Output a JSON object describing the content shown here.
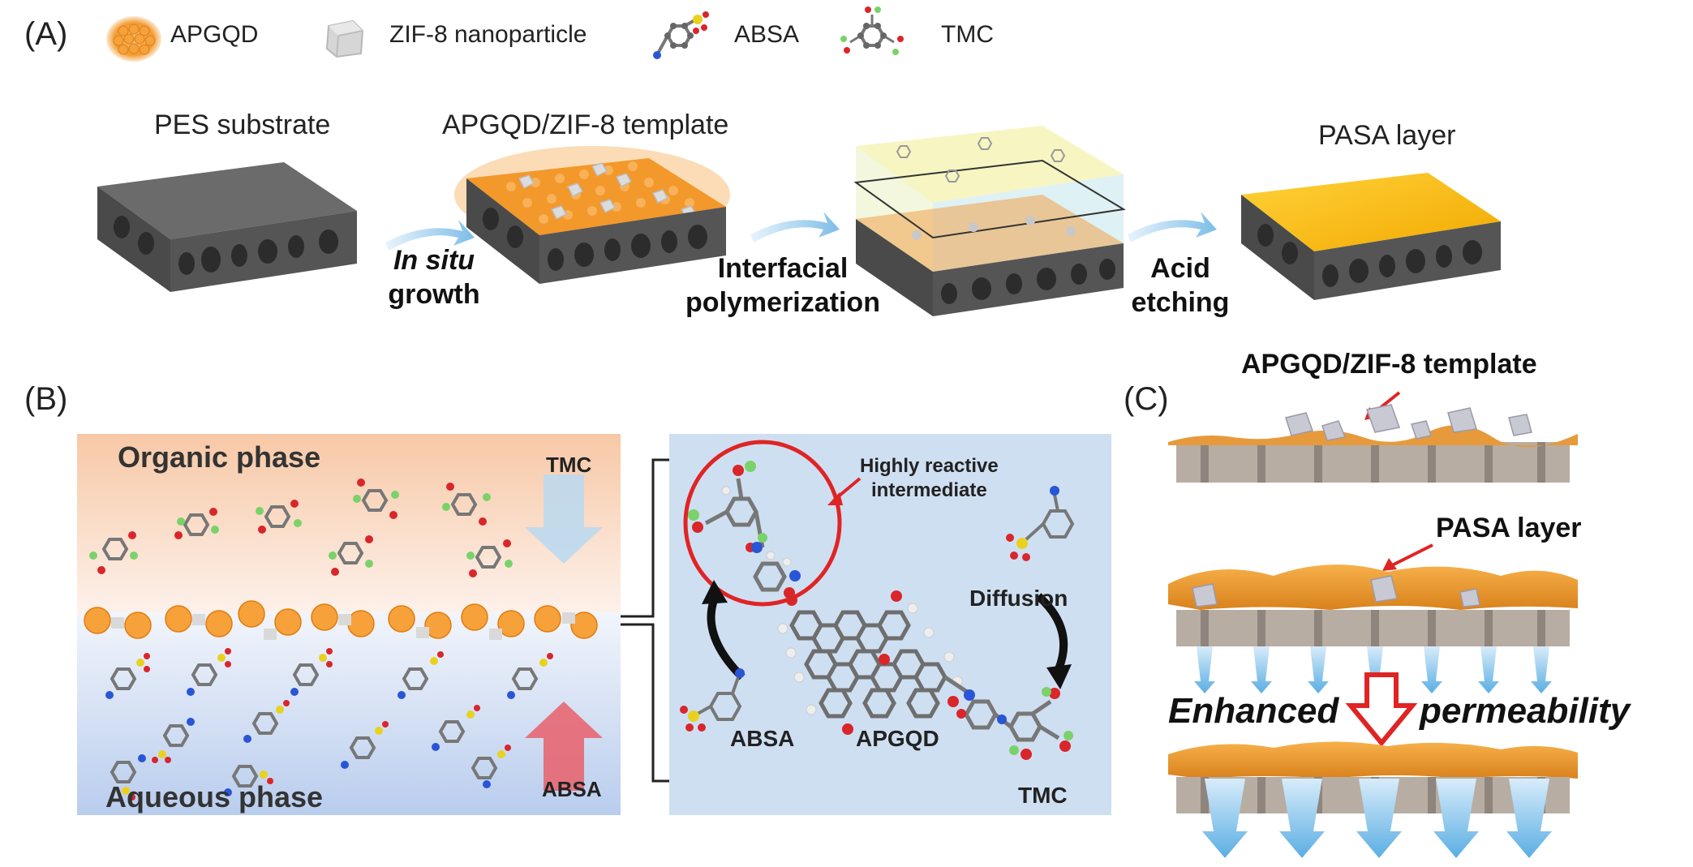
{
  "panels": {
    "a": "(A)",
    "b": "(B)",
    "c": "(C)"
  },
  "legend": {
    "apgqd": "APGQD",
    "zif8": "ZIF-8 nanoparticle",
    "absa": "ABSA",
    "tmc": "TMC"
  },
  "panel_a": {
    "stages": [
      "PES substrate",
      "APGQD/ZIF-8 template",
      "PASA layer"
    ],
    "step1_line1": "In situ",
    "step1_line2": "growth",
    "step2_line1": "Interfacial",
    "step2_line2": "polymerization",
    "step3_line1": "Acid",
    "step3_line2": "etching"
  },
  "panel_b": {
    "organic_phase": "Organic phase",
    "aqueous_phase": "Aqueous phase",
    "tmc_arrow": "TMC",
    "absa_arrow": "ABSA",
    "intermediate_line1": "Highly reactive",
    "intermediate_line2": "intermediate",
    "diffusion": "Diffusion",
    "absa_label": "ABSA",
    "apgqd_label": "APGQD",
    "tmc_label": "TMC"
  },
  "panel_c": {
    "template": "APGQD/ZIF-8 template",
    "pasa": "PASA layer",
    "enhanced": "Enhanced",
    "permeability": "permeability"
  },
  "colors": {
    "orange": "#f39a2e",
    "yellow": "#f7b500",
    "arrow_blue": "#8fc8ec",
    "arrow_red": "#e05a5a",
    "organic_bg": "#fbe0cc",
    "aqueous_bg": "#d4e2f5",
    "right_bg": "#cfdff2",
    "membrane_gray": "#5a5a5a",
    "oxygen_red": "#d9262a",
    "fluorine_green": "#7ad26a",
    "nitrogen_blue": "#2a55d6",
    "sulfur_yellow": "#e8d21f"
  },
  "icons": [
    "apgqd-icon",
    "zif8-icon",
    "absa-molecule-icon",
    "tmc-molecule-icon"
  ]
}
